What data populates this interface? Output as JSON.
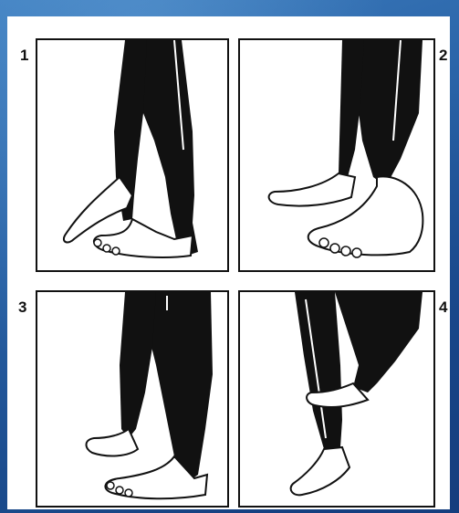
{
  "panels": [
    {
      "number": "1",
      "description": "dressing-step-1"
    },
    {
      "number": "2",
      "description": "dressing-step-2"
    },
    {
      "number": "3",
      "description": "dressing-step-3"
    },
    {
      "number": "4",
      "description": "dressing-step-4"
    }
  ],
  "colors": {
    "background": "#2a64a8",
    "ink": "#111111",
    "paper": "#ffffff"
  }
}
